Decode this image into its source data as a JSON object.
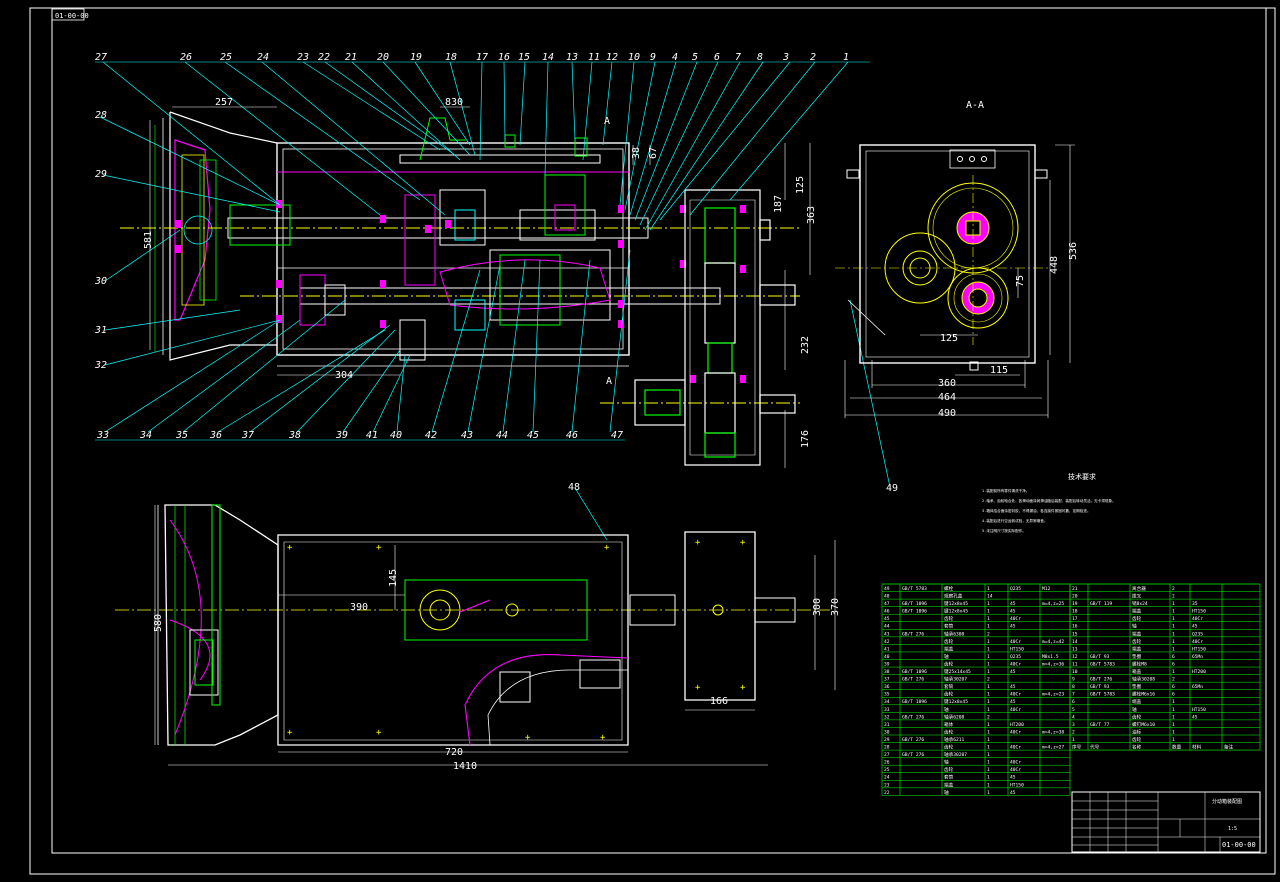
{
  "drawing_code": "01-00-00",
  "section_label": "A-A",
  "section_marks": [
    "A",
    "A"
  ],
  "part_balloons": [
    "27",
    "26",
    "25",
    "24",
    "23",
    "22",
    "21",
    "20",
    "19",
    "18",
    "17",
    "16",
    "15",
    "14",
    "13",
    "11",
    "12",
    "10",
    "9",
    "4",
    "5",
    "6",
    "7",
    "8",
    "3",
    "2",
    "1"
  ],
  "left_balloons": [
    "28",
    "29",
    "30",
    "31",
    "32"
  ],
  "bottom_balloons": [
    "33",
    "34",
    "35",
    "36",
    "37",
    "38",
    "39",
    "41",
    "40",
    "42",
    "43",
    "44",
    "45",
    "46",
    "47"
  ],
  "side_balloons": [
    "49",
    "48"
  ],
  "dims_main": {
    "d257": "257",
    "d830": "830",
    "d581": "581",
    "d304": "304",
    "d125": "125",
    "d187": "187",
    "d363": "363",
    "d232": "232",
    "d176": "176",
    "d38": "38",
    "d67": "67"
  },
  "dims_section": {
    "d536": "536",
    "d448": "448",
    "d75": "75",
    "d125": "125",
    "d115": "115",
    "d360": "360",
    "d464": "464",
    "d490": "490"
  },
  "dims_plan": {
    "d145": "145",
    "d390": "390",
    "d580": "580",
    "d720": "720",
    "d1410": "1410",
    "d300": "300",
    "d370": "370",
    "d166": "166"
  },
  "notes_title": "技术要求",
  "notes": [
    "1.装配前所有零件清洗干净。",
    "2.轴承、齿轮啮合处、各滑动面涂润滑油脂后装配，装配后转动灵活，无卡滞现象。",
    "3.箱体结合面涂密封胶，不得漏油，各连接件紧固可靠，定期检查。",
    "4.装配后进行空运转试验，无异常噪音。",
    "5.未注明尺寸按实际配作。"
  ],
  "bom_left": [
    [
      "49",
      "GB/T 5783",
      "螺栓",
      "1",
      "Q235",
      "M12"
    ],
    [
      "48",
      "",
      "观察孔盖",
      "14",
      "",
      ""
    ],
    [
      "47",
      "GB/T 1096",
      "键12x8x45",
      "1",
      "45",
      "m=4,z=25"
    ],
    [
      "46",
      "GB/T 1096",
      "键12x8x45",
      "1",
      "45",
      ""
    ],
    [
      "45",
      "",
      "齿轮",
      "1",
      "40Cr",
      ""
    ],
    [
      "44",
      "",
      "套筒",
      "1",
      "45",
      ""
    ],
    [
      "43",
      "GB/T 276",
      "轴承6308",
      "2",
      "",
      ""
    ],
    [
      "42",
      "",
      "齿轮",
      "1",
      "40Cr",
      "m=4,z=42"
    ],
    [
      "41",
      "",
      "端盖",
      "1",
      "HT150",
      ""
    ],
    [
      "40",
      "",
      "轴",
      "1",
      "Q235",
      "M8x1.5"
    ],
    [
      "39",
      "",
      "齿轮",
      "1",
      "40Cr",
      "m=4,z=36"
    ],
    [
      "38",
      "GB/T 1096",
      "键25x14x45",
      "1",
      "45",
      ""
    ],
    [
      "37",
      "GB/T 276",
      "轴承30207",
      "2",
      "",
      ""
    ],
    [
      "36",
      "",
      "套筒",
      "1",
      "45",
      ""
    ],
    [
      "35",
      "",
      "齿轮",
      "1",
      "40Cr",
      "m=4,z=23"
    ],
    [
      "34",
      "GB/T 1096",
      "键12x8x45",
      "1",
      "45",
      ""
    ],
    [
      "33",
      "",
      "轴",
      "1",
      "40Cr",
      ""
    ],
    [
      "32",
      "GB/T 276",
      "轴承6208",
      "2",
      "",
      ""
    ],
    [
      "31",
      "",
      "箱体",
      "1",
      "HT200",
      ""
    ],
    [
      "30",
      "",
      "齿轮",
      "1",
      "40Cr",
      "m=4,z=38"
    ],
    [
      "29",
      "GB/T 276",
      "轴承6211",
      "1",
      "",
      ""
    ],
    [
      "28",
      "",
      "齿轮",
      "1",
      "40Cr",
      "m=4,z=27"
    ],
    [
      "27",
      "GB/T 276",
      "轴承30207",
      "1",
      "",
      ""
    ],
    [
      "26",
      "",
      "轴",
      "1",
      "40Cr",
      ""
    ],
    [
      "25",
      "",
      "齿轮",
      "1",
      "40Cr",
      ""
    ],
    [
      "24",
      "",
      "套筒",
      "1",
      "45",
      ""
    ],
    [
      "23",
      "",
      "端盖",
      "1",
      "HT150",
      ""
    ],
    [
      "22",
      "",
      "轴",
      "1",
      "45",
      ""
    ]
  ],
  "bom_right": [
    [
      "21",
      "",
      "离合器",
      "2",
      "",
      ""
    ],
    [
      "20",
      "",
      "拨叉",
      "2",
      "",
      ""
    ],
    [
      "19",
      "GB/T 119",
      "销8x24",
      "1",
      "35",
      ""
    ],
    [
      "18",
      "",
      "端盖",
      "1",
      "HT150",
      ""
    ],
    [
      "17",
      "",
      "齿轮",
      "1",
      "40Cr",
      ""
    ],
    [
      "16",
      "",
      "轴",
      "1",
      "45",
      ""
    ],
    [
      "15",
      "",
      "端盖",
      "1",
      "Q235",
      ""
    ],
    [
      "14",
      "",
      "齿轮",
      "1",
      "40Cr",
      ""
    ],
    [
      "13",
      "",
      "端盖",
      "1",
      "HT150",
      ""
    ],
    [
      "12",
      "GB/T 93",
      "垫圈",
      "6",
      "65Mn",
      ""
    ],
    [
      "11",
      "GB/T 5783",
      "螺栓M8",
      "6",
      "",
      ""
    ],
    [
      "10",
      "",
      "箱盖",
      "1",
      "HT200",
      ""
    ],
    [
      "9",
      "GB/T 276",
      "轴承30208",
      "2",
      "",
      ""
    ],
    [
      "8",
      "GB/T 93",
      "垫圈",
      "6",
      "65Mn",
      ""
    ],
    [
      "7",
      "GB/T 5783",
      "螺栓M6x16",
      "6",
      "",
      ""
    ],
    [
      "6",
      "",
      "端盖",
      "1",
      "",
      ""
    ],
    [
      "5",
      "",
      "轴",
      "1",
      "HT150",
      ""
    ],
    [
      "4",
      "",
      "齿轮",
      "1",
      "45",
      ""
    ],
    [
      "3",
      "GB/T 77",
      "螺钉M6x10",
      "1",
      "",
      ""
    ],
    [
      "2",
      "",
      "油标",
      "1",
      "",
      ""
    ],
    [
      "1",
      "",
      "齿轮",
      "1",
      "",
      ""
    ]
  ],
  "bom_header": [
    "序号",
    "代号",
    "名称",
    "数量",
    "材料",
    "备注"
  ],
  "title_block": {
    "name": "分动箱装配图",
    "scale": "1:5",
    "code": "01-00-00"
  }
}
